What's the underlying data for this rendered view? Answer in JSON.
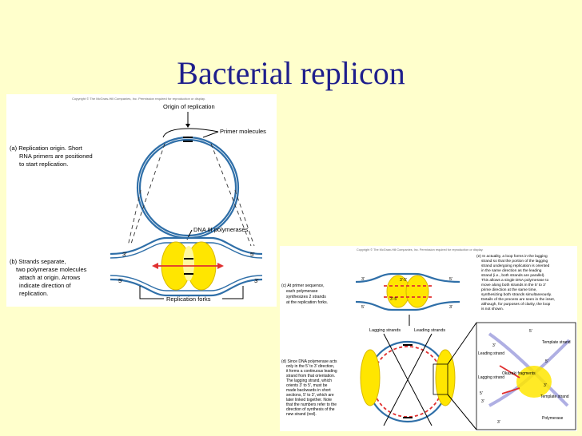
{
  "slide": {
    "title": "Bacterial replicon"
  },
  "figure1": {
    "copyright": "Copyright © The McGraw-Hill Companies, Inc. Permission required for reproduction or display.",
    "origin_label": "Origin of replication",
    "primer_label": "Primer molecules",
    "caption_a": [
      "(a)  Replication origin. Short",
      "RNA primers are positioned",
      "to start replication."
    ],
    "dna_pol_label": "DNA III polymerases",
    "caption_b": [
      "(b) Strands separate,",
      "two polymerase molecules",
      "attach at origin. Arrows",
      "indicate direction of",
      "replication."
    ],
    "forks_label": "Replication forks",
    "ends": {
      "p3": "3'",
      "p5": "5'"
    }
  },
  "figure2": {
    "copyright": "Copyright © The McGraw-Hill Companies, Inc. Permission required for reproduction or display.",
    "caption_c": [
      "(c) At primer sequence,",
      "each polymerase",
      "synthesizes 2 strands",
      "at the replication forks."
    ],
    "caption_d": [
      "(d) Since DNA polymerase acts",
      "only in the 5' to 3' direction,",
      "it forms a continuous leading",
      "strand from that orientation.",
      "The lagging strand, which",
      "orients 3' to 5', must be",
      "made backwards in short",
      "sections, 5' to 3', which are",
      "later linked together. Note",
      "that the numbers refer to the",
      "direction of synthesis of the",
      "new strand (red)."
    ],
    "caption_e": [
      "(e) In actuality, a loop forms in the lagging",
      "strand so that the portion of the lagging",
      "strand undergoing replication is oriented",
      "in the same direction as the leading",
      "strand (i.e., both strands are parallel).",
      "This allows a single DNA polymerase to",
      "move along both strands in the 5' to 3'",
      "prime direction at the same time,",
      "synthesizing both strands simultaneously.",
      "Details of the process are seen in the inset,",
      "although, for purposes of clarity, the loop",
      "is not shown."
    ],
    "lagging_strands": "Lagging strands",
    "leading_strands": "Leading strands",
    "inset": {
      "template_strand": "Template strand",
      "leading_strand": "Leading strand",
      "lagging_strand": "Lagging strand",
      "okazaki": "Okazaki fragments",
      "polymerase": "Polymerase"
    },
    "ends": {
      "p3": "3'",
      "p5": "5'",
      "p35": "3'-5'"
    }
  }
}
